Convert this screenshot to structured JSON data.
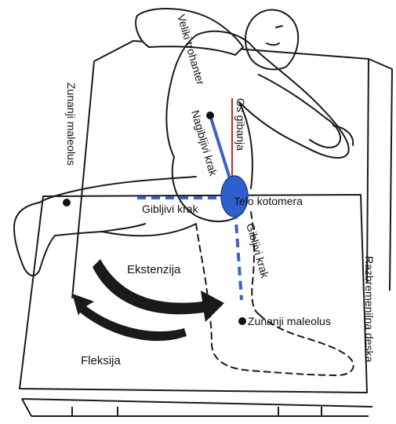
{
  "labels": {
    "veliki_trohanter": "Veliki trohanter",
    "nagibljivi_krak": "Nagibljivi krak",
    "os_gibanja": "Os gibanja",
    "zunanji_maleolus_left": "Zunanji maleolus",
    "gibljivi_krak_horizontal": "Gibljivi krak",
    "telo_kotomera": "Telo kotomera",
    "gibljivi_krak_vertical": "Gibljivi krak",
    "ekstenzija": "Ekstenzija",
    "fleksija": "Fleksija",
    "zunanji_maleolus_right": "Zunanji maleolus",
    "razbremenilna_deska": "Razbremenilna deska"
  },
  "colors": {
    "goniometer_arm": "#3a62c8",
    "goniometer_body": "#2f5fcc",
    "axis_line": "#d42020",
    "outline": "#1a1a1a",
    "arrow": "#1a1a1a"
  }
}
